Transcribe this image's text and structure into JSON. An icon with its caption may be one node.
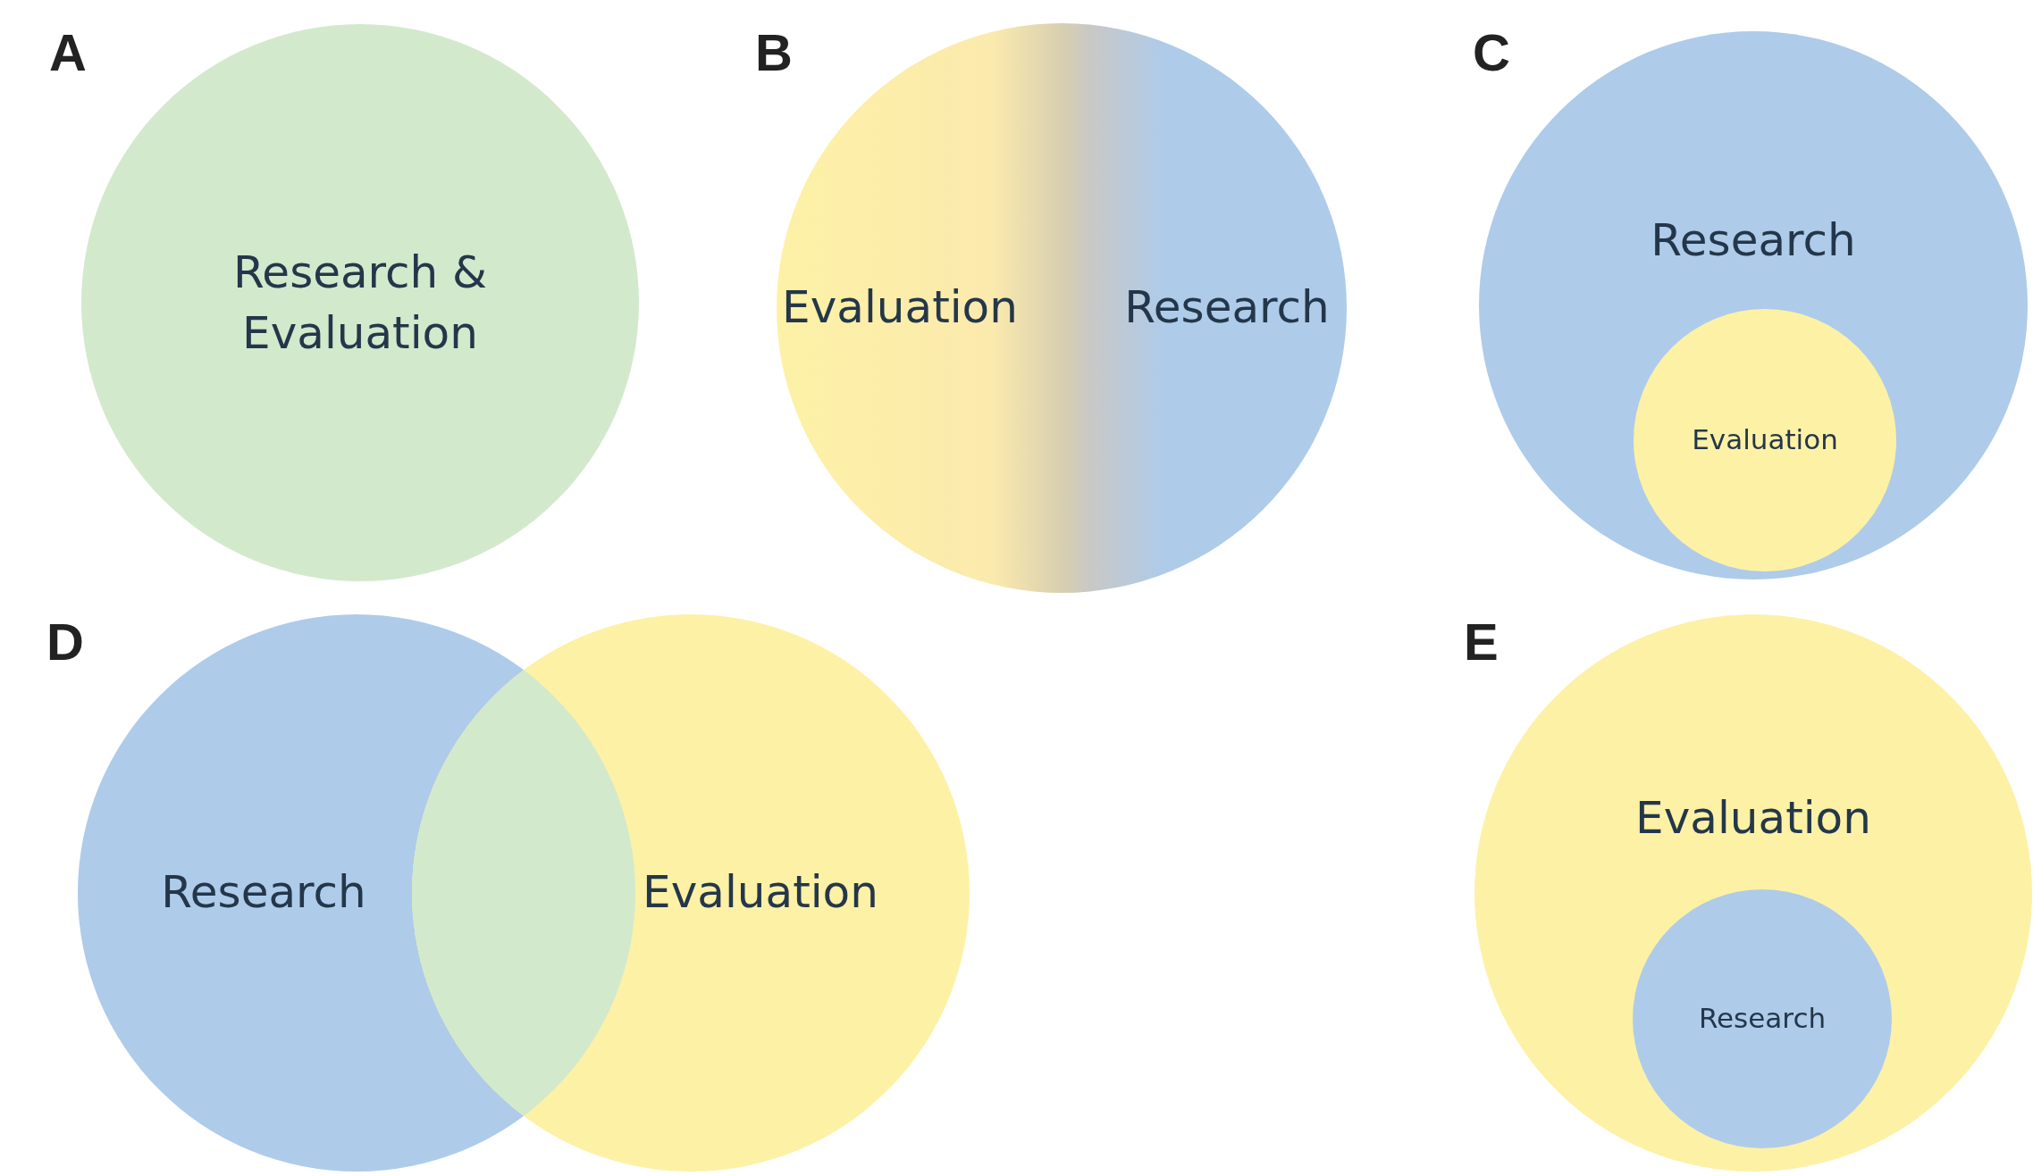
{
  "diagram": {
    "nodes": [
      {
        "text": [
          "Research & Evaluation"
        ]
      },
      {
        "text": [
          "Evaluation",
          "Research"
        ]
      },
      {
        "text": [
          "Research"
        ]
      },
      {
        "text": [
          "Evaluation"
        ],
        "in": 2
      },
      {
        "text": [
          "Research"
        ]
      },
      {
        "text": [
          "Evaluation"
        ]
      },
      {
        "text": [
          "Evaluation"
        ]
      },
      {
        "text": [
          "Research"
        ],
        "in": 6
      }
    ],
    "labels": [
      "A",
      "B",
      "C",
      "D",
      "E"
    ]
  }
}
